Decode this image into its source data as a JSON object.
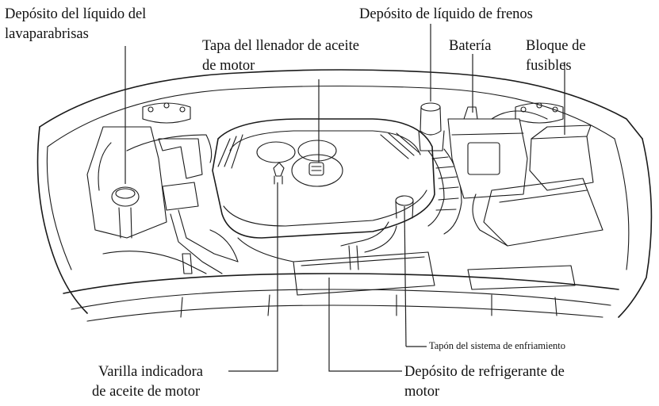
{
  "labels": {
    "washer_fluid": [
      "Depósito del líquido del",
      "lavaparabrisas"
    ],
    "oil_filler_cap": [
      "Tapa del llenador de aceite",
      "de motor"
    ],
    "brake_fluid": "Depósito de líquido de frenos",
    "battery": "Batería",
    "fuse_block": [
      "Bloque de",
      "fusibles"
    ],
    "cooling_cap": "Tapón del sistema de enfriamiento",
    "oil_dipstick": [
      "Varilla indicadora",
      "de aceite de motor"
    ],
    "coolant_reservoir": [
      "Depósito de refrigerante de",
      "motor"
    ]
  }
}
